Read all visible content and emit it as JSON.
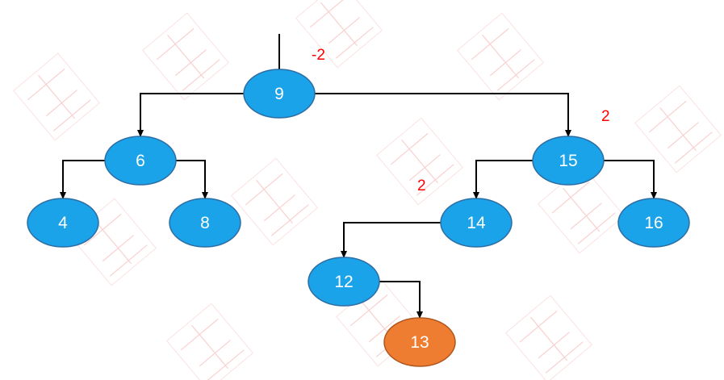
{
  "diagram": {
    "colors": {
      "node_fill": "#1aa3e8",
      "node_stroke": "#2e6da4",
      "highlight_fill": "#ee7d31",
      "highlight_stroke": "#b0571d",
      "edge": "#000000",
      "balance_factor": "#ff0000",
      "watermark": "#e85a5a"
    },
    "nodes": [
      {
        "id": "n9",
        "label": "9",
        "highlight": false
      },
      {
        "id": "n6",
        "label": "6",
        "highlight": false
      },
      {
        "id": "n15",
        "label": "15",
        "highlight": false
      },
      {
        "id": "n4",
        "label": "4",
        "highlight": false
      },
      {
        "id": "n8",
        "label": "8",
        "highlight": false
      },
      {
        "id": "n14",
        "label": "14",
        "highlight": false
      },
      {
        "id": "n16",
        "label": "16",
        "highlight": false
      },
      {
        "id": "n12",
        "label": "12",
        "highlight": false
      },
      {
        "id": "n13",
        "label": "13",
        "highlight": true
      }
    ],
    "edges": [
      {
        "from": "n9",
        "to": "n6",
        "side": "left"
      },
      {
        "from": "n9",
        "to": "n15",
        "side": "right"
      },
      {
        "from": "n6",
        "to": "n4",
        "side": "left"
      },
      {
        "from": "n6",
        "to": "n8",
        "side": "right"
      },
      {
        "from": "n15",
        "to": "n14",
        "side": "left"
      },
      {
        "from": "n15",
        "to": "n16",
        "side": "right"
      },
      {
        "from": "n14",
        "to": "n12",
        "side": "left"
      },
      {
        "from": "n12",
        "to": "n13",
        "side": "right"
      }
    ],
    "balance_factors": [
      {
        "node": "n9",
        "value": "-2"
      },
      {
        "node": "n15",
        "value": "2"
      },
      {
        "node": "n14",
        "value": "2"
      }
    ]
  }
}
